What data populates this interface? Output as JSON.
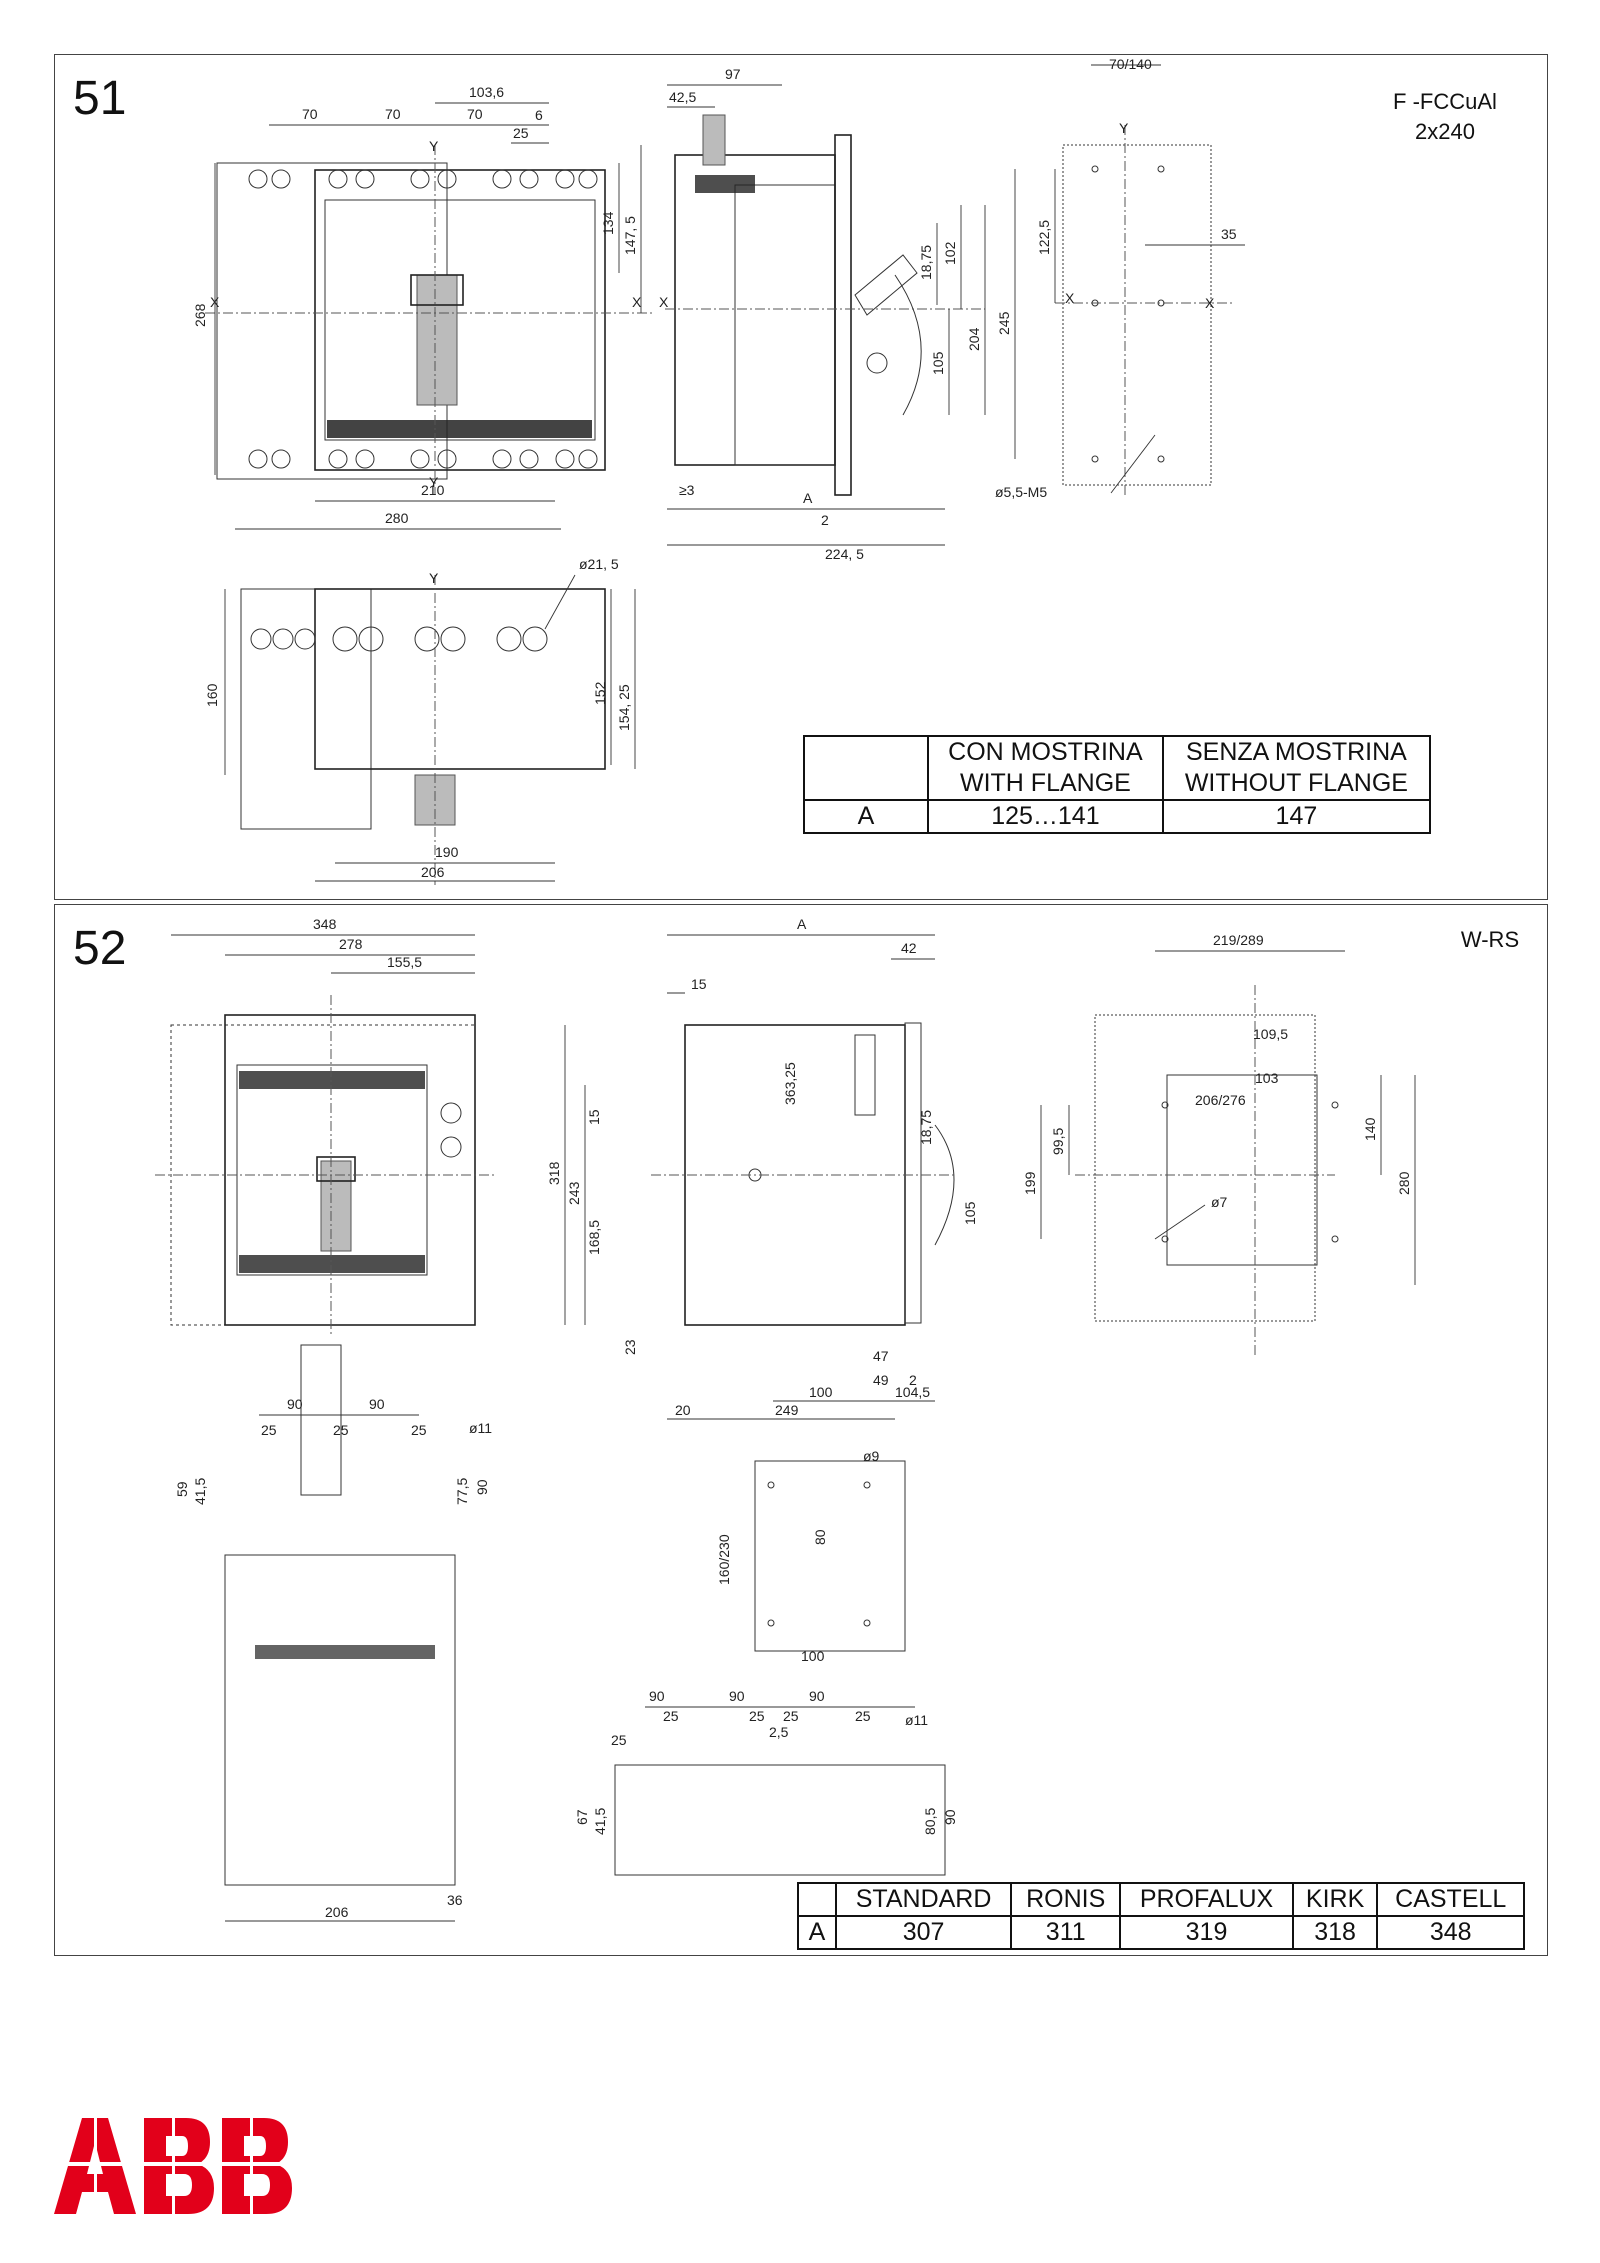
{
  "panels": {
    "p51": {
      "number": "51",
      "tag_line1": "F -FCCuAl",
      "tag_line2": "2x240",
      "dims": {
        "d97": "97",
        "d42_5": "42,5",
        "d103_6": "103,6",
        "d70a": "70",
        "d70b": "70",
        "d70c": "70",
        "d25": "25",
        "d6": "6",
        "d134": "134",
        "d147_5": "147, 5",
        "d268": "268",
        "d210": "210",
        "d280": "280",
        "d18_75": "18,75",
        "d102": "102",
        "d204": "204",
        "d105": "105",
        "d3": "≥3",
        "dA": "A",
        "d2": "2",
        "d224_5": "224, 5",
        "d70_140": "70/140",
        "d122_5": "122,5",
        "d245": "245",
        "d35": "35",
        "d5_5": "ø5,5-M5",
        "d21_5": "ø21, 5",
        "d160": "160",
        "d152": "152",
        "d154_25": "154, 25",
        "d190": "190",
        "d206": "206"
      },
      "axis_labels": {
        "x": "X",
        "y": "Y"
      },
      "table": {
        "col1_line1": "CON MOSTRINA",
        "col1_line2": "WITH FLANGE",
        "col2_line1": "SENZA MOSTRINA",
        "col2_line2": "WITHOUT FLANGE",
        "row_label": "A",
        "val1": "125…141",
        "val2": "147"
      }
    },
    "p52": {
      "number": "52",
      "tag": "W-RS",
      "dims": {
        "d348": "348",
        "d278": "278",
        "d155_5": "155,5",
        "dA": "A",
        "d42": "42",
        "d15": "15",
        "d318": "318",
        "d243": "243",
        "d15b": "15",
        "d168_5": "168,5",
        "d363_25": "363,25",
        "d18_75": "18,75",
        "d105": "105",
        "d23": "23",
        "d47": "47",
        "d49": "49",
        "d2": "2",
        "d100": "100",
        "d104_5": "104,5",
        "d20": "20",
        "d249": "249",
        "d219_289": "219/289",
        "d109_5": "109,5",
        "d103": "103",
        "d206_276": "206/276",
        "d99_5": "99,5",
        "d199": "199",
        "d140": "140",
        "d280": "280",
        "d7": "ø7",
        "d90a": "90",
        "d90b": "90",
        "d25a": "25",
        "d25b": "25",
        "d25c": "25",
        "d11": "ø11",
        "d59": "59",
        "d41_5": "41,5",
        "d77_5": "77,5",
        "d90c": "90",
        "d206": "206",
        "d36": "36",
        "d9": "ø9",
        "d80": "80",
        "d160_230": "160/230",
        "d100b": "100",
        "d90d": "90",
        "d90e": "90",
        "d90f": "90",
        "d25d": "25",
        "d25e": "25",
        "d25f": "25",
        "d2_5": "2,5",
        "d25g": "25",
        "d11b": "ø11",
        "d67": "67",
        "d41_5b": "41,5",
        "d80_5": "80,5",
        "d90g": "90",
        "d25h": "25"
      },
      "table": {
        "headers": [
          "STANDARD",
          "RONIS",
          "PROFALUX",
          "KIRK",
          "CASTELL"
        ],
        "row_label": "A",
        "values": [
          "307",
          "311",
          "319",
          "318",
          "348"
        ]
      }
    }
  },
  "logo": {
    "text": "ABB",
    "color": "#e2001a"
  }
}
